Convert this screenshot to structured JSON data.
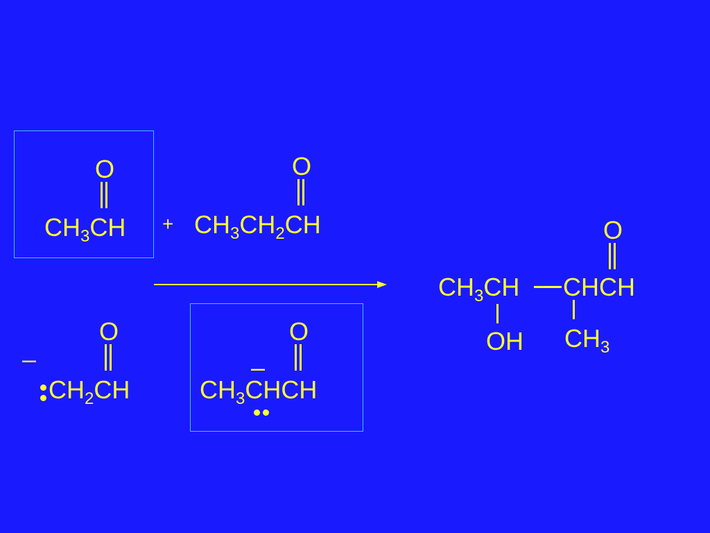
{
  "reactant1": {
    "o": "O",
    "c1": "CH",
    "n": "3",
    "c2": "CH"
  },
  "plus": "+",
  "reactant2": {
    "o": "O",
    "c1": "CH",
    "n1": "3",
    "c2": "CH",
    "n2": "2",
    "c3": "CH"
  },
  "product": {
    "o": "O",
    "c1": "CH",
    "n1": "3",
    "c2": "CH",
    "c3": "CHCH",
    "oh": "OH",
    "m1": "CH",
    "n2": "3"
  },
  "enolate1": {
    "o": "O",
    "charge": "–",
    "c1": "CH",
    "n": "2",
    "c2": "CH"
  },
  "enolate2": {
    "o": "O",
    "charge": "–",
    "c1": "CH",
    "n": "3",
    "c2": "CHCH"
  },
  "colors": {
    "background": "#1a1aff",
    "text": "#ffff33",
    "box": "#40c0ff"
  }
}
